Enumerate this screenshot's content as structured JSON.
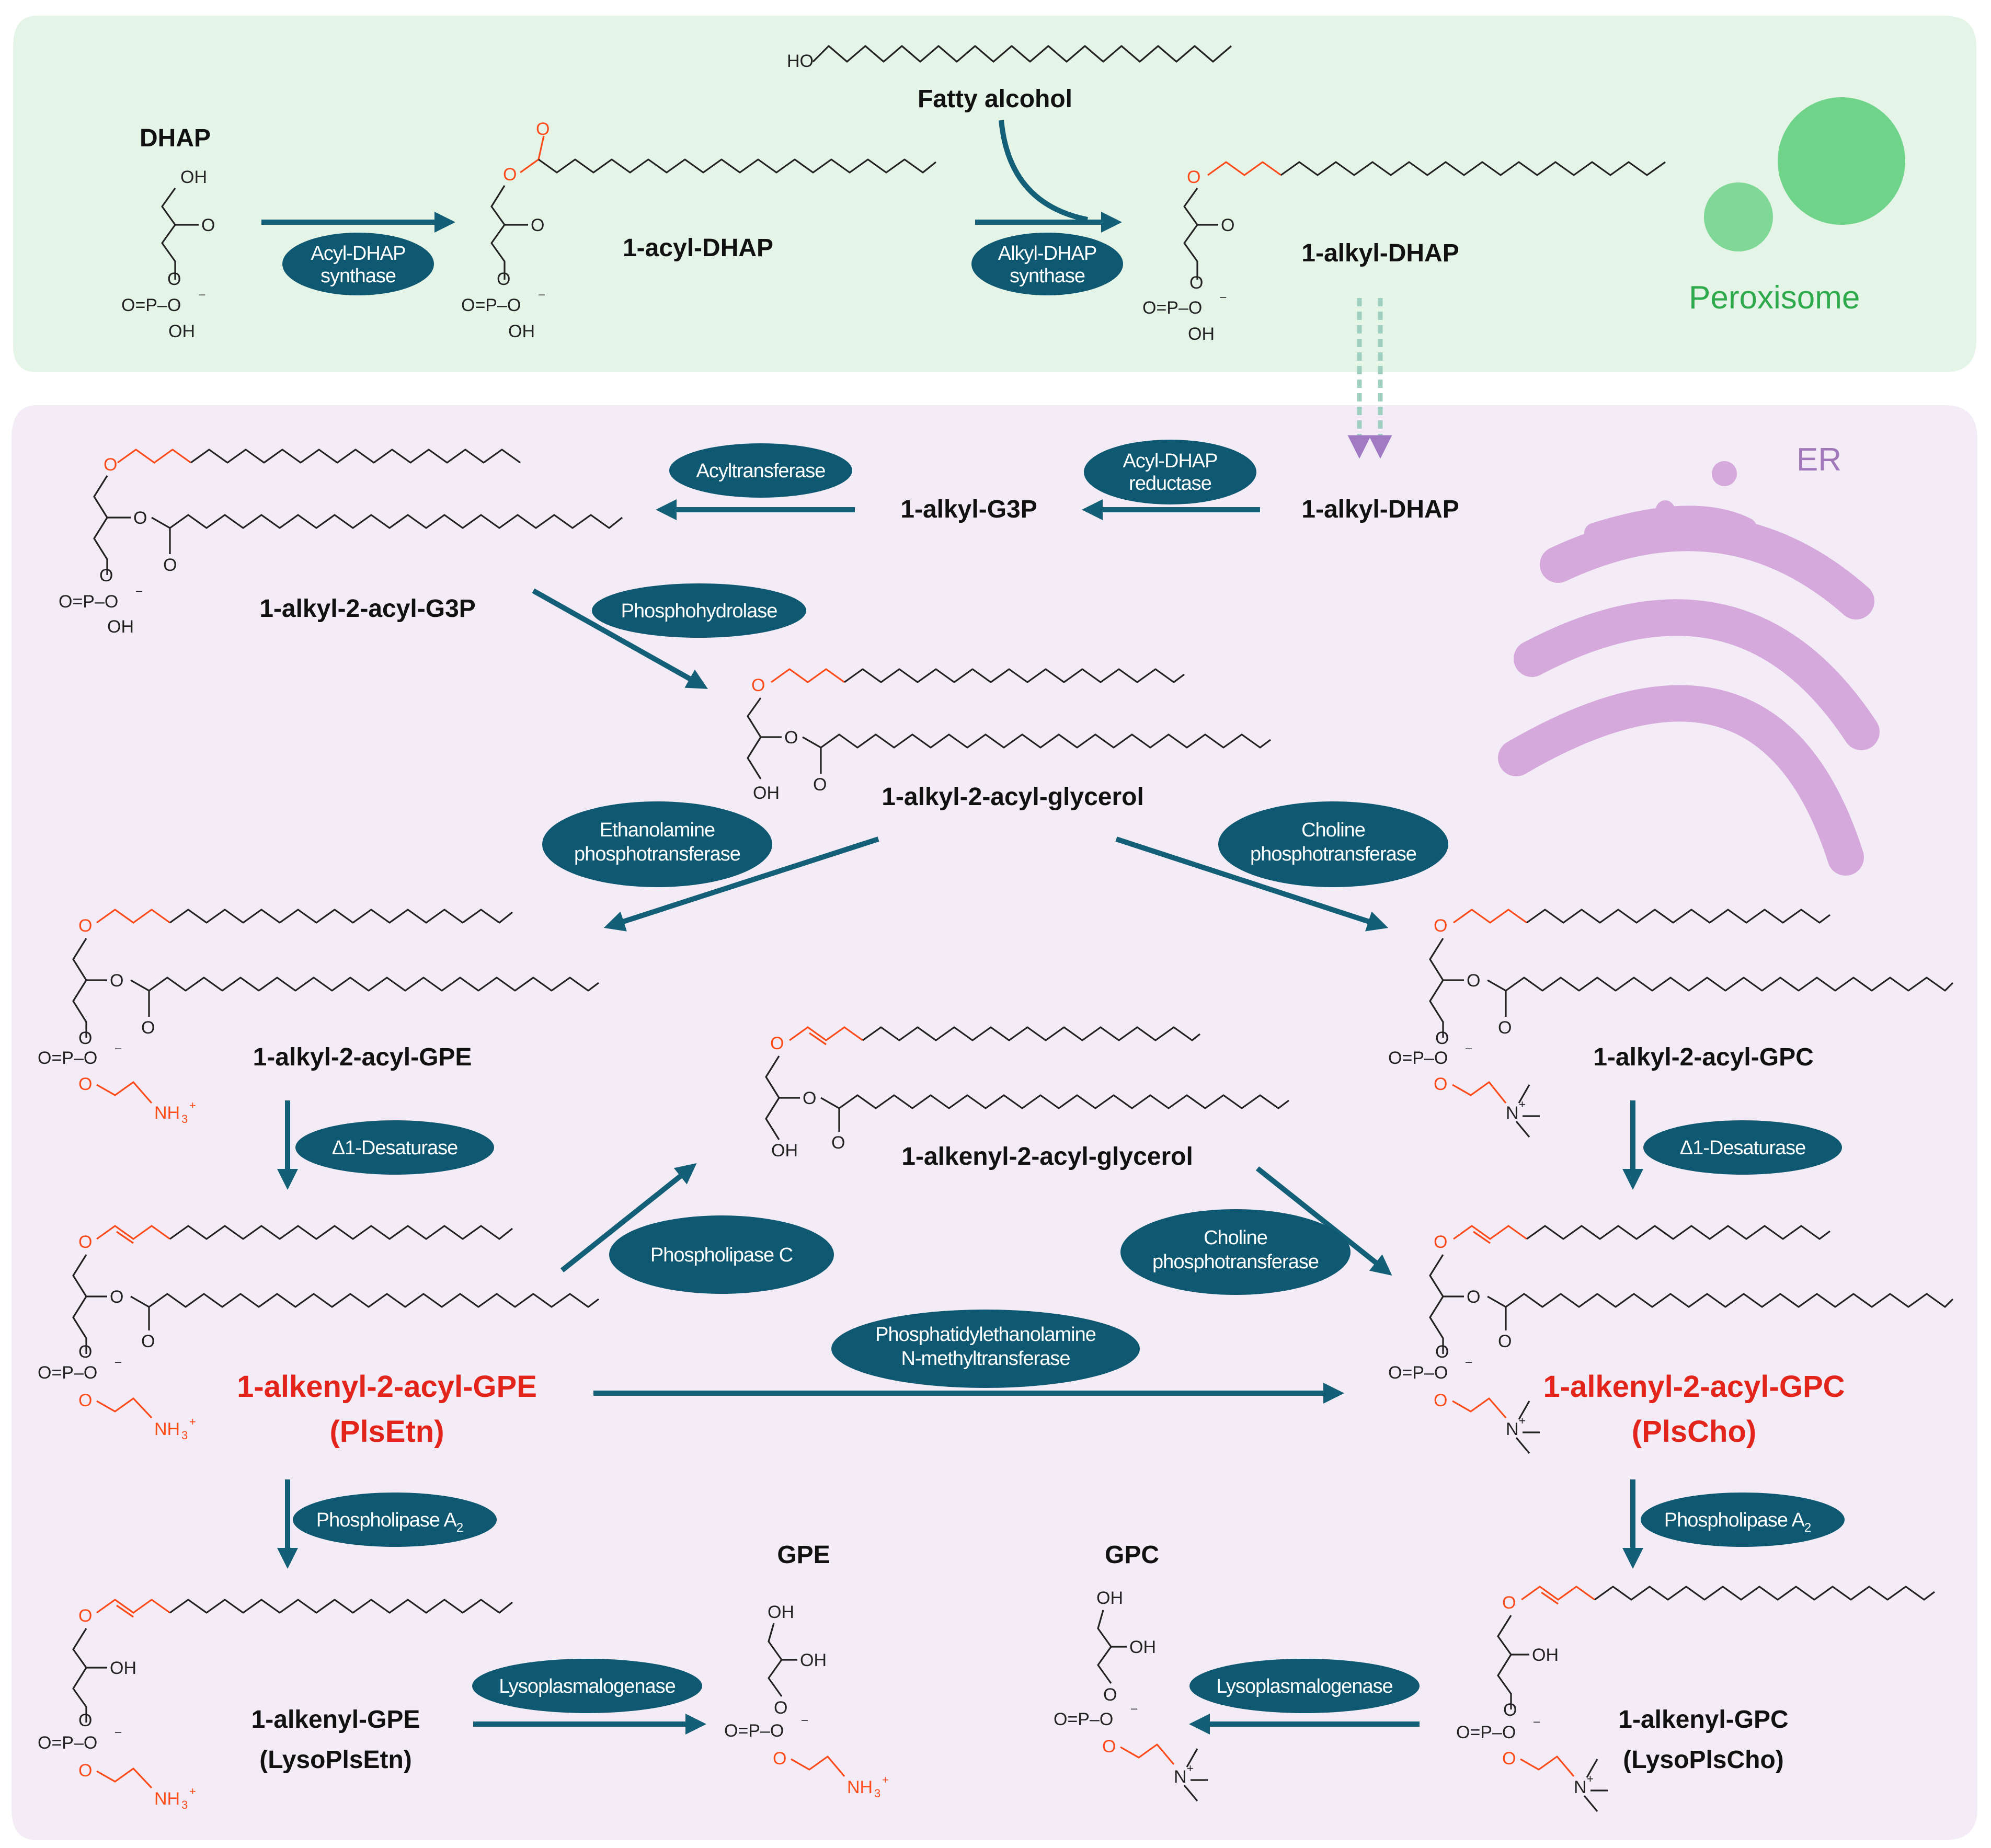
{
  "regions": {
    "peroxisome": "Peroxisome",
    "er": "ER"
  },
  "colors": {
    "peroxisome_bg": "#e4f4e6",
    "er_bg": "#f3ecf6",
    "enzyme_fill": "#0f5871",
    "arrow": "#135f77",
    "highlight": "#e3241b",
    "red_bond": "#ff4a1a",
    "peroxisome_label": "#2eaa4c",
    "er_label": "#a077b8",
    "er_organelle": "#d6a9dc",
    "peroxisome_organelle": "#6fd38a"
  },
  "compounds": {
    "dhap": "DHAP",
    "fatty_alcohol": "Fatty alcohol",
    "acyl_dhap": "1-acyl-DHAP",
    "alkyl_dhap_perox": "1-alkyl-DHAP",
    "alkyl_dhap_er": "1-alkyl-DHAP",
    "alkyl_g3p": "1-alkyl-G3P",
    "alkyl_acyl_g3p": "1-alkyl-2-acyl-G3P",
    "alkyl_acyl_glycerol": "1-alkyl-2-acyl-glycerol",
    "alkyl_acyl_gpe": "1-alkyl-2-acyl-GPE",
    "alkyl_acyl_gpc": "1-alkyl-2-acyl-GPC",
    "alkenyl_acyl_glycerol": "1-alkenyl-2-acyl-glycerol",
    "plsetn_name": "1-alkenyl-2-acyl-GPE",
    "plsetn_abbr": "(PlsEtn)",
    "plscho_name": "1-alkenyl-2-acyl-GPC",
    "plscho_abbr": "(PlsCho)",
    "alkenyl_gpe": "1-alkenyl-GPE",
    "lysoplsetn": "(LysoPlsEtn)",
    "alkenyl_gpc": "1-alkenyl-GPC",
    "lysoplscho": "(LysoPlsCho)",
    "gpe": "GPE",
    "gpc": "GPC"
  },
  "enzymes": {
    "acyl_dhap_synthase": [
      "Acyl-DHAP",
      "synthase"
    ],
    "alkyl_dhap_synthase": [
      "Alkyl-DHAP",
      "synthase"
    ],
    "acyltransferase": "Acyltransferase",
    "acyl_dhap_reductase": [
      "Acyl-DHAP",
      "reductase"
    ],
    "phosphohydrolase": "Phosphohydrolase",
    "ethanolamine_pt": [
      "Ethanolamine",
      "phosphotransferase"
    ],
    "choline_pt_1": [
      "Choline",
      "phosphotransferase"
    ],
    "desaturase_left": "Δ1-Desaturase",
    "desaturase_right": "Δ1-Desaturase",
    "phospholipase_c": "Phospholipase C",
    "choline_pt_2": [
      "Choline",
      "phosphotransferase"
    ],
    "pemt": [
      "Phosphatidylethanolamine",
      "N-methyltransferase"
    ],
    "pla2_left": "Phospholipase A",
    "pla2_right": "Phospholipase A",
    "pla2_subscript": "2",
    "lysoplasmalogenase_left": "Lysoplasmalogenase",
    "lysoplasmalogenase_right": "Lysoplasmalogenase"
  },
  "atoms": {
    "oh": "OH",
    "o": "O",
    "ho": "HO",
    "p": "P",
    "phosphate_left": "O=P–O",
    "minus": "–",
    "plus": "+",
    "nh3": "NH",
    "nh3_sub": "3",
    "n": "N"
  }
}
